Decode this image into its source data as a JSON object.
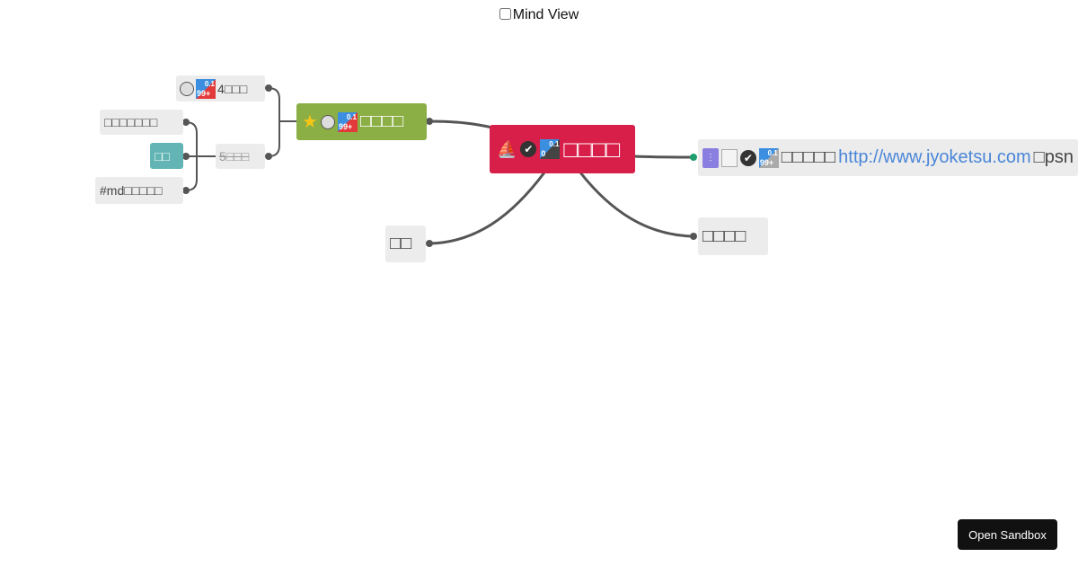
{
  "header": {
    "mind_view_label": "Mind View",
    "mind_view_checked": false
  },
  "root": {
    "badge_top": "0.1",
    "badge_bottom": "0",
    "text": "□□□□",
    "icons": [
      "sailboat-icon",
      "check-circle-icon",
      "priority-badge-icon"
    ]
  },
  "branch_topic": {
    "badge_top": "0.1",
    "badge_bottom": "99+",
    "text": "□□□□",
    "icons": [
      "star-icon",
      "circle-icon",
      "priority-badge-icon"
    ]
  },
  "topic_4": {
    "badge_top": "0.1",
    "badge_bottom": "99+",
    "text": "4□□□",
    "icons": [
      "circle-icon",
      "priority-badge-icon"
    ]
  },
  "topic_5": {
    "text": "5□□□"
  },
  "leaf_1": {
    "text": "□□□□□□□"
  },
  "leaf_2": {
    "text": "□□"
  },
  "leaf_3": {
    "text": "#md□□□□□"
  },
  "link_topic": {
    "badge_top": "0.1",
    "badge_bottom": "99+",
    "text_before": "□□□□□",
    "url": "http://www.jyoketsu.com",
    "text_after": "□psn",
    "icons": [
      "zip-file-icon",
      "image-icon",
      "check-circle-icon",
      "priority-badge-icon"
    ]
  },
  "bottom_left": {
    "text": "□□"
  },
  "bottom_right": {
    "text": "□□□□"
  },
  "footer": {
    "open_sandbox_label": "Open Sandbox"
  },
  "colors": {
    "root": "#d81f49",
    "branch": "#8bae45",
    "teal": "#62b5b4",
    "node": "#ececec",
    "link": "#4a86d8",
    "connector": "#555555"
  }
}
